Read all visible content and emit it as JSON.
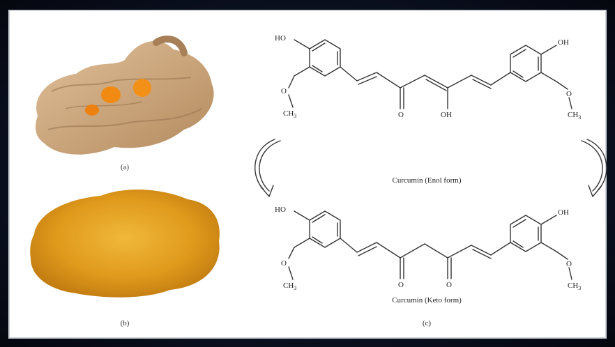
{
  "figure": {
    "captions": {
      "a": "(a)",
      "b": "(b)",
      "c": "(c)"
    }
  },
  "enol": {
    "name": "Curcumin (Enol form)",
    "left_oh": "HO",
    "right_oh": "OH",
    "left_ch3": "CH",
    "right_ch3": "CH",
    "sub3": "3",
    "carbonyl_o": "O",
    "enol_oh": "OH"
  },
  "keto": {
    "name": "Curcumin (Keto form)",
    "left_oh": "HO",
    "right_oh": "OH",
    "left_ch3": "CH",
    "right_ch3": "CH",
    "sub3": "3",
    "carbonyl_o1": "O",
    "carbonyl_o2": "O"
  },
  "colors": {
    "turmeric_root": "#c9a57a",
    "turmeric_cut": "#f08a12",
    "powder": "#e0a020",
    "line": "#333333"
  },
  "icons": {
    "left_arrow": "curved-arrow-down-icon",
    "right_arrow": "curved-arrow-down-icon"
  }
}
